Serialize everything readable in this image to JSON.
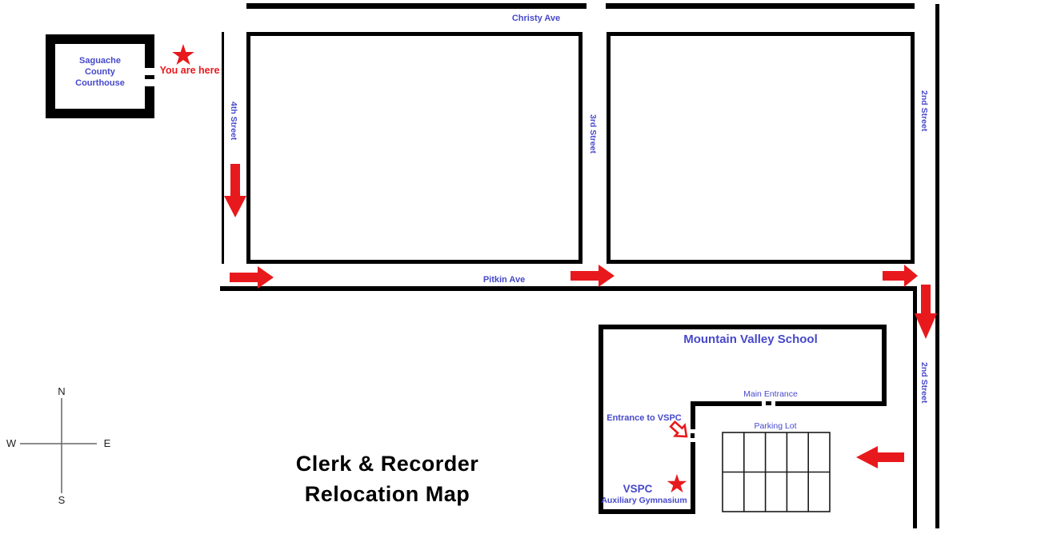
{
  "colors": {
    "label_blue": "#4648cb",
    "route_red": "#e8191d"
  },
  "title": {
    "line1": "Clerk & Recorder",
    "line2": "Relocation Map"
  },
  "courthouse": {
    "line1": "Saguache",
    "line2": "County",
    "line3": "Courthouse"
  },
  "you_are_here": "You are here",
  "star_glyph": "★",
  "streets": {
    "christy_ave": "Christy Ave",
    "pitkin_ave": "Pitkin Ave",
    "fourth_street": "4th Street",
    "third_street": "3rd Street",
    "second_street_upper": "2nd Street",
    "second_street_lower": "2nd Street"
  },
  "school": {
    "name": "Mountain Valley School",
    "main_entrance": "Main Entrance",
    "entrance_to_vspc": "Entrance to VSPC",
    "parking_lot": "Parking Lot",
    "vspc": "VSPC",
    "vspc_subtitle": "Auxiliary Gymnasium"
  },
  "compass": {
    "north": "N",
    "south": "S",
    "east": "E",
    "west": "W"
  }
}
